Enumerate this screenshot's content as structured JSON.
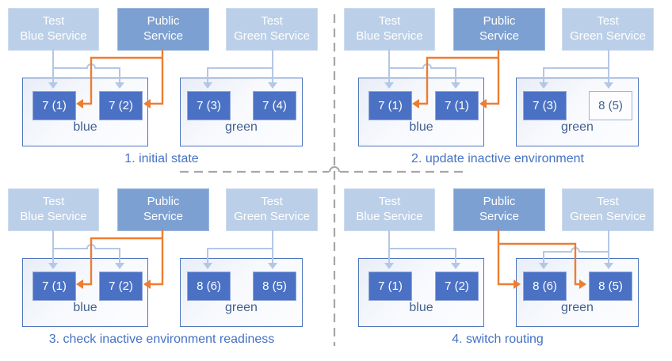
{
  "colors": {
    "accent_blue": "#4472c4",
    "service_light_fill": "#bccfe8",
    "service_dark_fill": "#7da0d2",
    "pod_fill": "#4a71c4",
    "pod_outline_border": "#9db3dd",
    "env_label_text": "#44618e",
    "connector_light": "#b4c7e7",
    "connector_orange": "#ed7d31",
    "divider_gray": "#a6a6a6"
  },
  "panels": [
    {
      "caption": "1. initial state",
      "routing": "blue",
      "services": [
        {
          "line1": "Test",
          "line2": "Blue Service"
        },
        {
          "line1": "Public",
          "line2": "Service"
        },
        {
          "line1": "Test",
          "line2": "Green Service"
        }
      ],
      "environments": [
        {
          "label": "blue",
          "pods": [
            {
              "label": "7 (1)",
              "style": "solid"
            },
            {
              "label": "7 (2)",
              "style": "solid"
            }
          ]
        },
        {
          "label": "green",
          "pods": [
            {
              "label": "7 (3)",
              "style": "solid"
            },
            {
              "label": "7 (4)",
              "style": "solid"
            }
          ]
        }
      ]
    },
    {
      "caption": "2. update inactive environment",
      "routing": "blue",
      "services": [
        {
          "line1": "Test",
          "line2": "Blue Service"
        },
        {
          "line1": "Public",
          "line2": "Service"
        },
        {
          "line1": "Test",
          "line2": "Green Service"
        }
      ],
      "environments": [
        {
          "label": "blue",
          "pods": [
            {
              "label": "7 (1)",
              "style": "solid"
            },
            {
              "label": "7 (1)",
              "style": "solid"
            }
          ]
        },
        {
          "label": "green",
          "pods": [
            {
              "label": "7 (3)",
              "style": "solid"
            },
            {
              "label": "8 (5)",
              "style": "outline"
            }
          ]
        }
      ]
    },
    {
      "caption": "3. check inactive environment readiness",
      "routing": "blue",
      "services": [
        {
          "line1": "Test",
          "line2": "Blue Service"
        },
        {
          "line1": "Public",
          "line2": "Service"
        },
        {
          "line1": "Test",
          "line2": "Green Service"
        }
      ],
      "environments": [
        {
          "label": "blue",
          "pods": [
            {
              "label": "7 (1)",
              "style": "solid"
            },
            {
              "label": "7 (2)",
              "style": "solid"
            }
          ]
        },
        {
          "label": "green",
          "pods": [
            {
              "label": "8 (6)",
              "style": "solid"
            },
            {
              "label": "8 (5)",
              "style": "solid"
            }
          ]
        }
      ]
    },
    {
      "caption": "4. switch routing",
      "routing": "green",
      "services": [
        {
          "line1": "Test",
          "line2": "Blue Service"
        },
        {
          "line1": "Public",
          "line2": "Service"
        },
        {
          "line1": "Test",
          "line2": "Green Service"
        }
      ],
      "environments": [
        {
          "label": "blue",
          "pods": [
            {
              "label": "7 (1)",
              "style": "solid"
            },
            {
              "label": "7 (2)",
              "style": "solid"
            }
          ]
        },
        {
          "label": "green",
          "pods": [
            {
              "label": "8 (6)",
              "style": "solid"
            },
            {
              "label": "8 (5)",
              "style": "solid"
            }
          ]
        }
      ]
    }
  ]
}
